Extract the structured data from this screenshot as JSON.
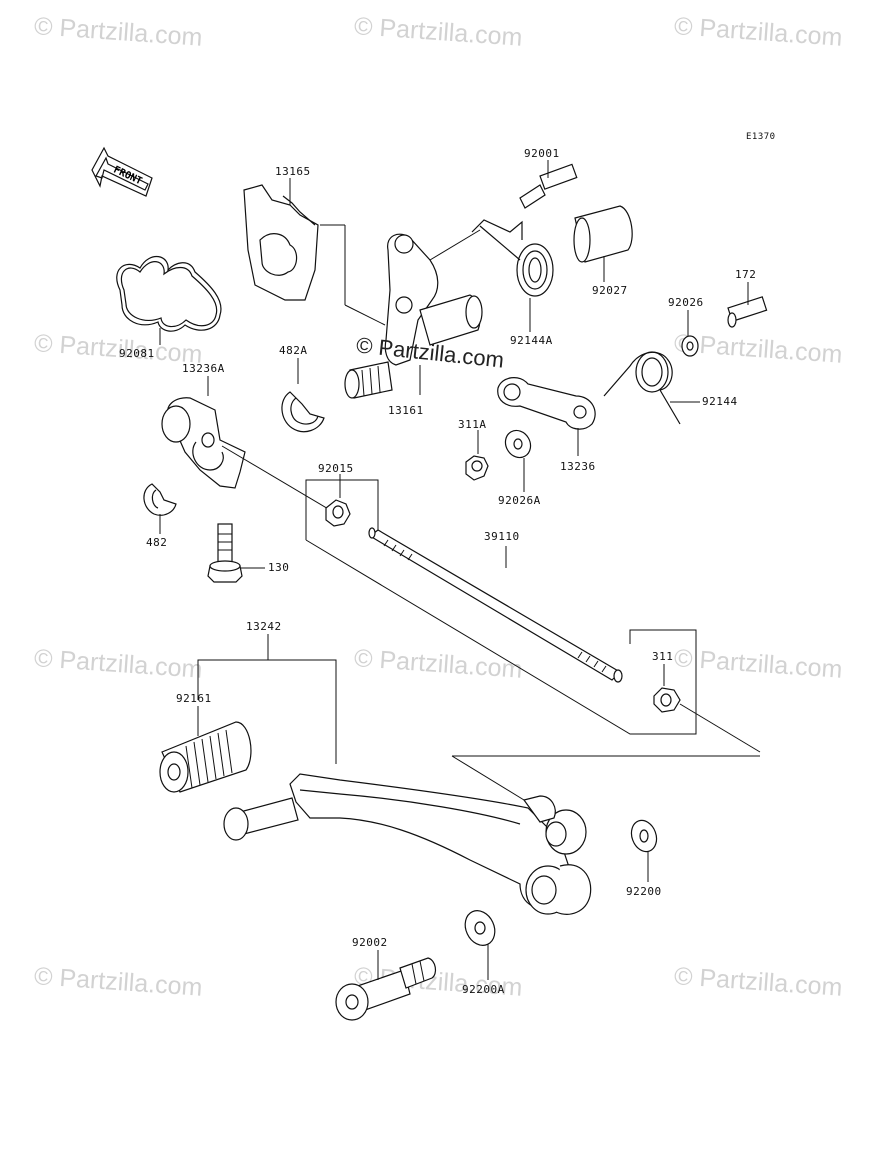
{
  "diagram_code": "E1370",
  "front_label": "FRONT",
  "watermark_text": "© Partzilla.com",
  "center_watermark": "© Partzilla.com",
  "labels": {
    "p13165": "13165",
    "p92001": "92001",
    "p92027": "92027",
    "p92144A": "92144A",
    "p172": "172",
    "p92026": "92026",
    "p92144": "92144",
    "p92081": "92081",
    "p482A": "482A",
    "p13236A": "13236A",
    "p13161": "13161",
    "p311A": "311A",
    "p13236": "13236",
    "p92026A": "92026A",
    "p92015": "92015",
    "p482": "482",
    "p39110": "39110",
    "p130": "130",
    "p13242": "13242",
    "p92161": "92161",
    "p311": "311",
    "p92200": "92200",
    "p92002": "92002",
    "p92200A": "92200A"
  }
}
